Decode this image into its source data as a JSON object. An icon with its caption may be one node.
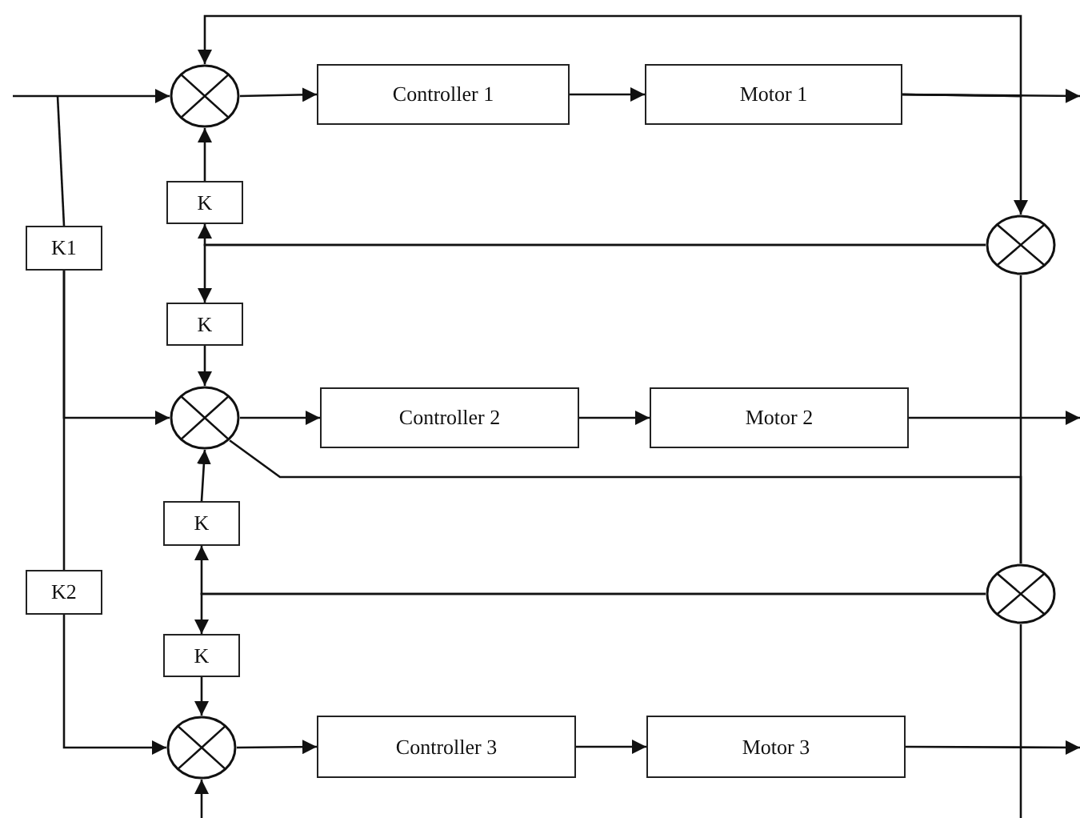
{
  "diagram": {
    "nodes": [
      {
        "text": [],
        "shape": "circle"
      },
      {
        "text": [
          "Controller 1"
        ]
      },
      {
        "text": [
          "Motor 1"
        ]
      },
      {
        "text": [
          "K"
        ]
      },
      {
        "text": [],
        "shape": "circle"
      },
      {
        "text": [
          "K"
        ]
      },
      {
        "text": [
          "K1"
        ]
      },
      {
        "text": [],
        "shape": "circle"
      },
      {
        "text": [
          "Controller 2"
        ]
      },
      {
        "text": [
          "Motor 2"
        ]
      },
      {
        "text": [
          "K"
        ]
      },
      {
        "text": [],
        "shape": "circle"
      },
      {
        "text": [
          "K2"
        ]
      },
      {
        "text": [
          "K"
        ]
      },
      {
        "text": [],
        "shape": "circle"
      },
      {
        "text": [
          "Controller 3"
        ]
      },
      {
        "text": [
          "Motor 3"
        ]
      }
    ],
    "edges": [
      {
        "from": null,
        "to": 0,
        "arrow": "to"
      },
      {
        "from": null,
        "to": 6,
        "arrow": "none"
      },
      {
        "from": 6,
        "to": 12,
        "arrow": "none"
      },
      {
        "from": 6,
        "to": 7,
        "arrow": "to"
      },
      {
        "from": 12,
        "to": 14,
        "arrow": "to"
      },
      {
        "from": 0,
        "to": 1,
        "arrow": "to"
      },
      {
        "from": 1,
        "to": 2,
        "arrow": "to"
      },
      {
        "from": 2,
        "to": null,
        "arrow": "to"
      },
      {
        "from": 2,
        "to": 0,
        "arrow": "to"
      },
      {
        "from": 2,
        "to": 4,
        "arrow": "to"
      },
      {
        "from": 4,
        "to": 3,
        "arrow": "to"
      },
      {
        "from": 4,
        "to": 5,
        "arrow": "to"
      },
      {
        "from": 3,
        "to": 0,
        "arrow": "to"
      },
      {
        "from": 5,
        "to": 7,
        "arrow": "to"
      },
      {
        "from": 7,
        "to": 8,
        "arrow": "to"
      },
      {
        "from": 8,
        "to": 9,
        "arrow": "to"
      },
      {
        "from": 9,
        "to": null,
        "arrow": "to"
      },
      {
        "from": 7,
        "to": 11,
        "arrow": "none"
      },
      {
        "from": 4,
        "to": 11,
        "arrow": "none"
      },
      {
        "from": 11,
        "to": 10,
        "arrow": "to"
      },
      {
        "from": 11,
        "to": 13,
        "arrow": "to"
      },
      {
        "from": 10,
        "to": 7,
        "arrow": "to"
      },
      {
        "from": 13,
        "to": 14,
        "arrow": "to"
      },
      {
        "from": 14,
        "to": 15,
        "arrow": "to"
      },
      {
        "from": 15,
        "to": 16,
        "arrow": "to"
      },
      {
        "from": 16,
        "to": null,
        "arrow": "to"
      },
      {
        "from": 11,
        "to": null,
        "arrow": "none"
      },
      {
        "from": null,
        "to": 14,
        "arrow": "to"
      }
    ]
  }
}
